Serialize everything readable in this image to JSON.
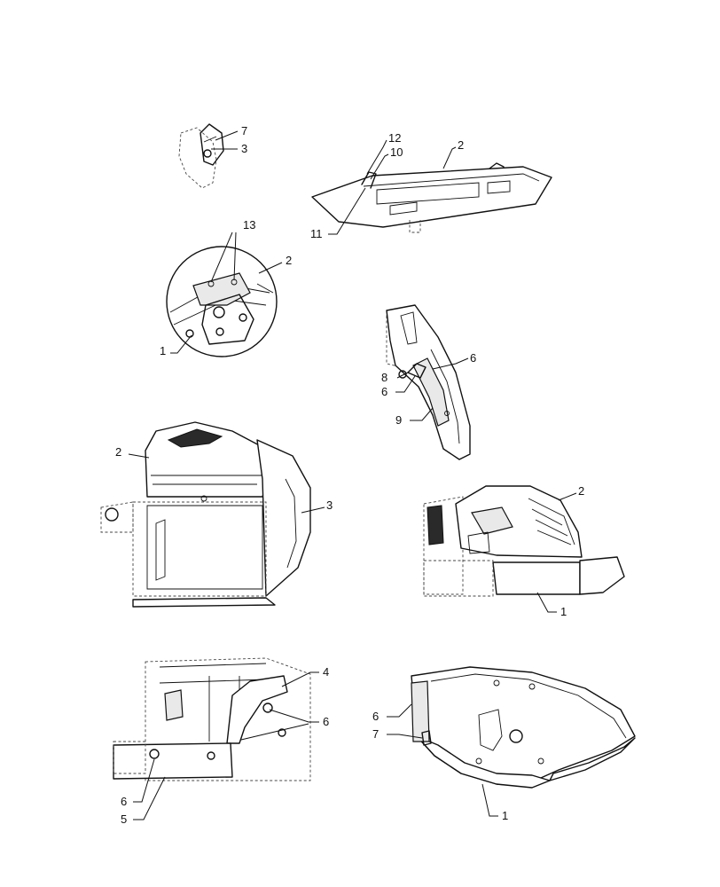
{
  "callouts": {
    "v1_7": "7",
    "v1_3": "3",
    "v2_12": "12",
    "v2_10": "10",
    "v2_11": "11",
    "v2_2": "2",
    "v3_13": "13",
    "v3_2": "2",
    "v3_1": "1",
    "v4_8": "8",
    "v4_6a": "6",
    "v4_6b": "6",
    "v4_9": "9",
    "v5_2": "2",
    "v5_3": "3",
    "v6_2": "2",
    "v6_1": "1",
    "v7_4": "4",
    "v7_6a": "6",
    "v7_6b": "6",
    "v7_5": "5",
    "v8_6": "6",
    "v8_7": "7",
    "v8_1": "1"
  }
}
